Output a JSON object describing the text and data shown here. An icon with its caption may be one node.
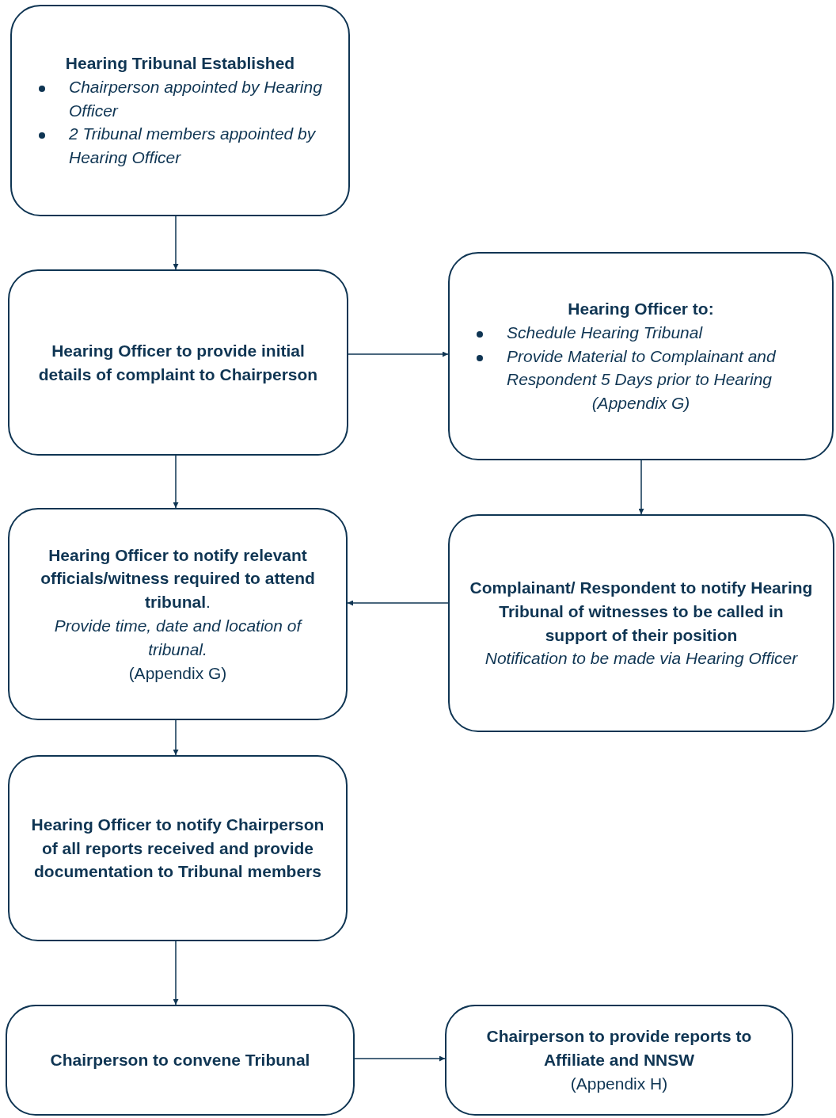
{
  "diagram": {
    "nodes": [
      {
        "text": [
          "Hearing Tribunal Established",
          "Chairperson appointed by Hearing Officer",
          "2 Tribunal members appointed by Hearing Officer"
        ]
      },
      {
        "text": [
          "Hearing Officer to provide initial details of complaint to Chairperson"
        ]
      },
      {
        "text": [
          "Hearing Officer to:",
          "Schedule Hearing Tribunal",
          "Provide Material to Complainant and Respondent 5 Days prior to Hearing",
          "(Appendix G)"
        ]
      },
      {
        "text": [
          "**Hearing Officer to notify relevant officials/witness required to attend tribunal**.",
          "Provide time, date and location of tribunal.",
          "(Appendix G)"
        ]
      },
      {
        "text": [
          "Complainant/ Respondent to notify Hearing Tribunal of witnesses to be called in support of their position",
          "Notification to be made via Hearing Officer"
        ]
      },
      {
        "text": [
          "Hearing Officer to notify Chairperson of all reports received and provide documentation to Tribunal members"
        ]
      },
      {
        "text": [
          "Chairperson to convene Tribunal"
        ]
      },
      {
        "text": [
          "Chairperson to provide reports to Affiliate and NNSW",
          "(Appendix H)"
        ]
      }
    ],
    "edges": [
      {
        "from": 0,
        "to": 1,
        "arrow": "to"
      },
      {
        "from": 1,
        "to": 2,
        "arrow": "to"
      },
      {
        "from": 1,
        "to": 3,
        "arrow": "to"
      },
      {
        "from": 2,
        "to": 4,
        "arrow": "to"
      },
      {
        "from": 4,
        "to": 3,
        "arrow": "to"
      },
      {
        "from": 3,
        "to": 5,
        "arrow": "to"
      },
      {
        "from": 5,
        "to": 6,
        "arrow": "to"
      },
      {
        "from": 6,
        "to": 7,
        "arrow": "to"
      }
    ]
  }
}
